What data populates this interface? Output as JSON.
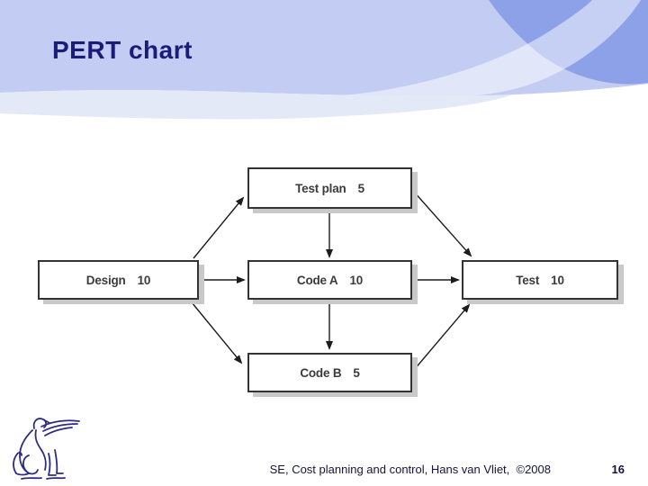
{
  "slide": {
    "title": "PERT chart",
    "footer_text": "SE, Cost planning and control, Hans van Vliet,  ©2008",
    "page_number": "16"
  },
  "logo": {
    "name": "vu-griffin-logo"
  },
  "colors": {
    "header_band": "#c3ccf2",
    "header_accent_dark": "#8ca1e8",
    "header_band_pale": "#e4e9f8",
    "title_text": "#1b1b78",
    "footer_text": "#14143c",
    "box_border": "#333333",
    "box_fill": "#ffffff",
    "box_shadow": "#c9c9c9",
    "box_text": "#3b3b3b",
    "arrow": "#1c1c1c",
    "logo_line": "#2c2c80"
  },
  "diagram": {
    "type": "pert-network",
    "nodes": [
      {
        "id": "test_plan",
        "label": "Test plan",
        "duration": "5"
      },
      {
        "id": "design",
        "label": "Design",
        "duration": "10"
      },
      {
        "id": "code_a",
        "label": "Code A",
        "duration": "10"
      },
      {
        "id": "test",
        "label": "Test",
        "duration": "10"
      },
      {
        "id": "code_b",
        "label": "Code B",
        "duration": "5"
      }
    ],
    "edges": [
      {
        "from": "design",
        "to": "test_plan"
      },
      {
        "from": "design",
        "to": "code_a"
      },
      {
        "from": "design",
        "to": "code_b"
      },
      {
        "from": "test_plan",
        "to": "code_a"
      },
      {
        "from": "test_plan",
        "to": "test"
      },
      {
        "from": "code_a",
        "to": "code_b"
      },
      {
        "from": "code_a",
        "to": "test"
      },
      {
        "from": "code_b",
        "to": "test"
      }
    ]
  }
}
